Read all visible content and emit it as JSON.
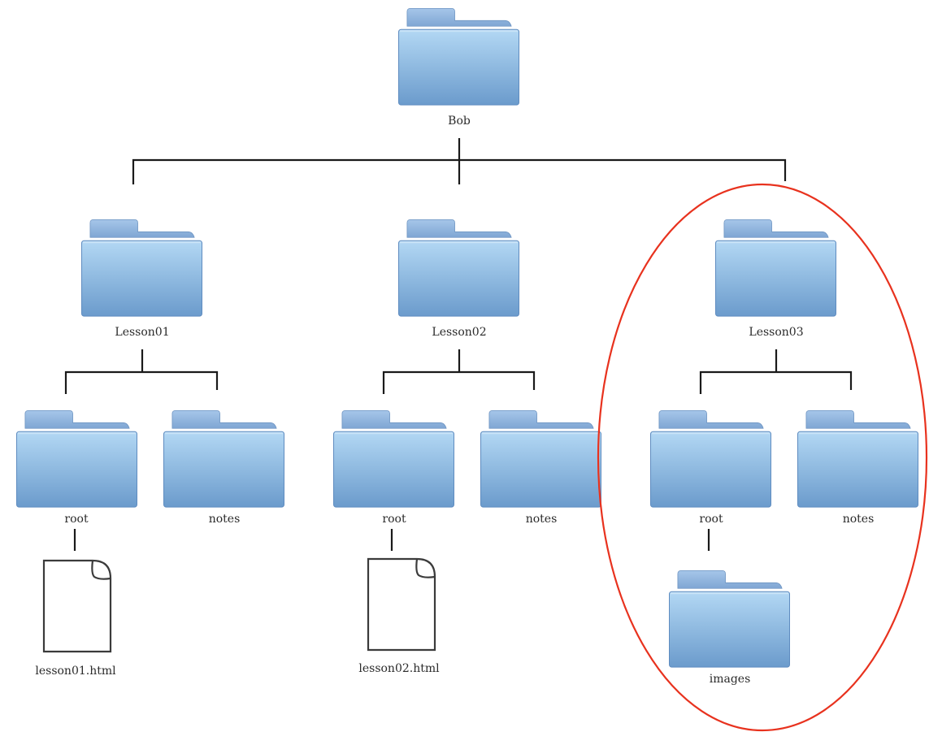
{
  "diagram": {
    "highlight_color": "#e8321e",
    "folder_color_top": "#b3d8f4",
    "folder_color_bottom": "#6b9bcc",
    "connector_color": "#1a1a1a",
    "nodes": {
      "bob": {
        "label": "Bob",
        "kind": "folder-icon"
      },
      "lesson01": {
        "label": "Lesson01",
        "kind": "folder-icon"
      },
      "lesson02": {
        "label": "Lesson02",
        "kind": "folder-icon"
      },
      "lesson03": {
        "label": "Lesson03",
        "kind": "folder-icon"
      },
      "l1_root": {
        "label": "root",
        "kind": "folder-icon"
      },
      "l1_notes": {
        "label": "notes",
        "kind": "folder-icon"
      },
      "l2_root": {
        "label": "root",
        "kind": "folder-icon"
      },
      "l2_notes": {
        "label": "notes",
        "kind": "folder-icon"
      },
      "l3_root": {
        "label": "root",
        "kind": "folder-icon"
      },
      "l3_notes": {
        "label": "notes",
        "kind": "folder-icon"
      },
      "l3_images": {
        "label": "images",
        "kind": "folder-icon"
      },
      "l1_file": {
        "label": "lesson01.html",
        "kind": "file-icon"
      },
      "l2_file": {
        "label": "lesson02.html",
        "kind": "file-icon"
      }
    }
  }
}
